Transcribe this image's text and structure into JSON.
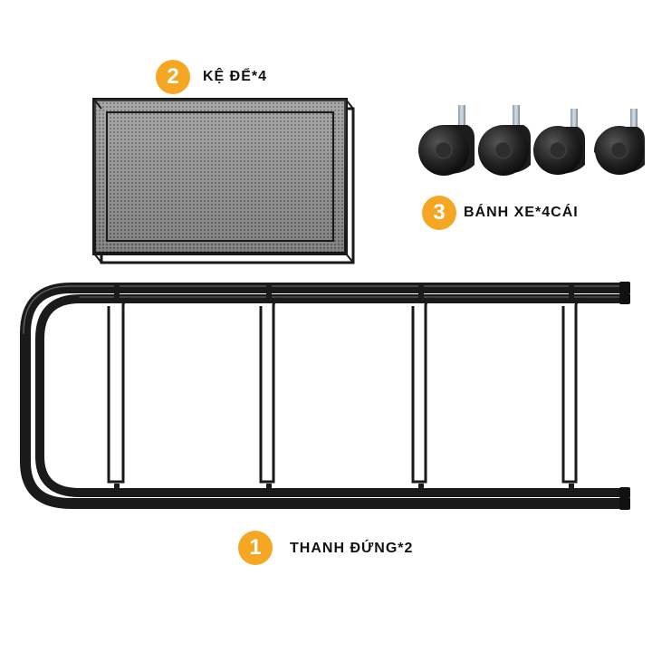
{
  "items": [
    {
      "number": "2",
      "label": "KỆ ĐỂ*4"
    },
    {
      "number": "3",
      "label": "BÁNH XE*4CÁI"
    },
    {
      "number": "1",
      "label": "THANH ĐỨNG*2"
    }
  ],
  "colors": {
    "badge": "#f5a623",
    "frame": "#1a1a1a",
    "mesh": "#8a8a8a"
  }
}
